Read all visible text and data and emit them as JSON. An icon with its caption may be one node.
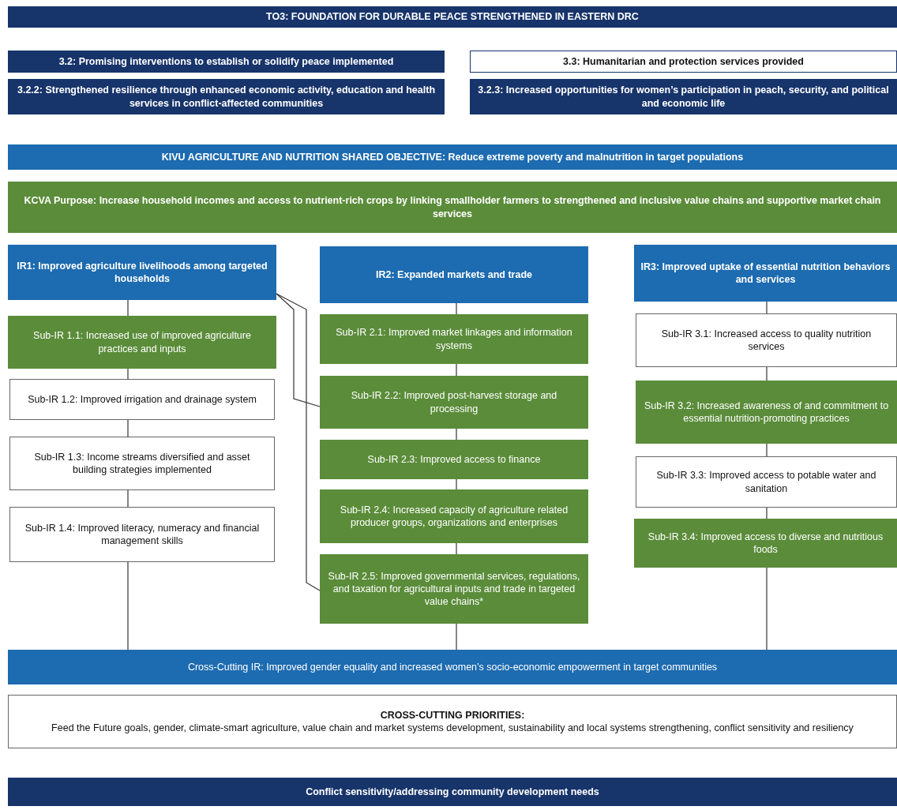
{
  "diagram": {
    "nodes": [
      {
        "text": [
          "TO3: FOUNDATION FOR DURABLE PEACE STRENGTHENED IN EASTERN DRC"
        ]
      },
      {
        "text": [
          "3.2: Promising interventions to establish or solidify peace implemented"
        ]
      },
      {
        "text": [
          "3.3: Humanitarian and protection services provided"
        ]
      },
      {
        "text": [
          "3.2.2: Strengthened resilience through enhanced economic activity, education and health services in conflict-affected communities"
        ]
      },
      {
        "text": [
          "3.2.3: Increased opportunities for women’s participation in peach, security, and political and economic life"
        ]
      },
      {
        "text": [
          "**KIVU AGRICULTURE AND NUTRITION SHARED OBJECTIVE:** Reduce extreme poverty and malnutrition in target populations"
        ]
      },
      {
        "text": [
          "KCVA Purpose: Increase household incomes and access to nutrient-rich crops by linking smallholder farmers to strengthened and inclusive value chains and supportive market chain services"
        ]
      },
      {
        "text": [
          "IR1: Improved agriculture livelihoods among targeted households"
        ]
      },
      {
        "text": [
          "Sub-IR 1.1: Increased use of improved agriculture practices and inputs"
        ]
      },
      {
        "text": [
          "Sub-IR 1.2: Improved irrigation and drainage system"
        ]
      },
      {
        "text": [
          "Sub-IR 1.3: Income streams diversified and asset building strategies implemented"
        ]
      },
      {
        "text": [
          "Sub-IR 1.4: Improved literacy, numeracy and financial management skills"
        ]
      },
      {
        "text": [
          "IR2:  Expanded markets and trade"
        ]
      },
      {
        "text": [
          "Sub-IR 2.1: Improved market linkages and information systems"
        ]
      },
      {
        "text": [
          "Sub-IR 2.2: Improved post-harvest storage and processing"
        ]
      },
      {
        "text": [
          "Sub-IR 2.3: Improved access to finance"
        ]
      },
      {
        "text": [
          "Sub-IR 2.4: Increased capacity of agriculture related producer groups, organizations and enterprises"
        ]
      },
      {
        "text": [
          "Sub-IR 2.5: Improved governmental services, regulations, and taxation for agricultural inputs and trade in targeted value chains*"
        ]
      },
      {
        "text": [
          "IR3:  Improved uptake of essential nutrition behaviors and services"
        ]
      },
      {
        "text": [
          "Sub-IR 3.1: Increased access to quality nutrition services"
        ]
      },
      {
        "text": [
          "Sub-IR 3.2: Increased awareness of and commitment to essential nutrition-promoting practices"
        ]
      },
      {
        "text": [
          "Sub-IR 3.3: Improved access to potable water and sanitation"
        ]
      },
      {
        "text": [
          "Sub-IR 3.4: Improved access to diverse and nutritious foods"
        ]
      },
      {
        "text": [
          "Cross-Cutting IR: Improved gender equality and increased women’s socio-economic empowerment in target communities"
        ]
      },
      {
        "text": [
          "CROSS-CUTTING PRIORITIES:",
          "Feed the Future goals, gender, climate-smart agriculture, value chain and market systems development, sustainability and local systems strengthening, conflict sensitivity and resiliency"
        ]
      },
      {
        "text": [
          "Conflict sensitivity/addressing community development needs"
        ]
      }
    ],
    "edges": [
      {
        "from": 7,
        "to": 8,
        "arrow": "none"
      },
      {
        "from": 8,
        "to": 9,
        "arrow": "none"
      },
      {
        "from": 9,
        "to": 10,
        "arrow": "none"
      },
      {
        "from": 10,
        "to": 11,
        "arrow": "none"
      },
      {
        "from": 11,
        "to": 23,
        "arrow": "none"
      },
      {
        "from": 12,
        "to": 13,
        "arrow": "none"
      },
      {
        "from": 13,
        "to": 14,
        "arrow": "none"
      },
      {
        "from": 14,
        "to": 15,
        "arrow": "none"
      },
      {
        "from": 15,
        "to": 16,
        "arrow": "none"
      },
      {
        "from": 16,
        "to": 17,
        "arrow": "none"
      },
      {
        "from": 17,
        "to": 23,
        "arrow": "none"
      },
      {
        "from": 18,
        "to": 19,
        "arrow": "none"
      },
      {
        "from": 19,
        "to": 20,
        "arrow": "none"
      },
      {
        "from": 20,
        "to": 21,
        "arrow": "none"
      },
      {
        "from": 21,
        "to": 22,
        "arrow": "none"
      },
      {
        "from": 22,
        "to": 23,
        "arrow": "none"
      },
      {
        "from": 7,
        "to": 14,
        "arrow": "none"
      },
      {
        "from": 7,
        "to": 17,
        "arrow": "none"
      }
    ]
  }
}
